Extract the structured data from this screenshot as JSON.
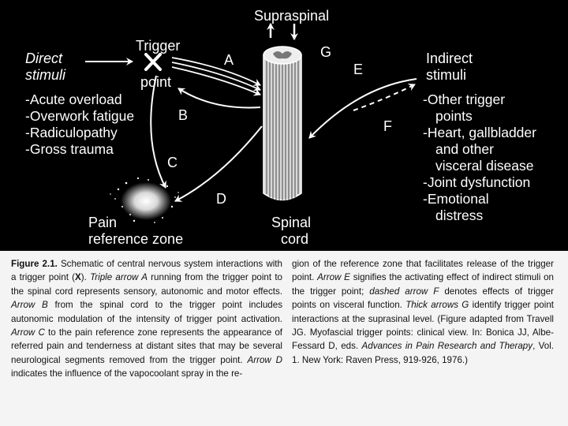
{
  "labels": {
    "supraspinal": "Supraspinal",
    "trigger": "Trigger",
    "point": "point",
    "direct_line1": "Direct",
    "direct_line2": "stimuli",
    "indirect_line1": "Indirect",
    "indirect_line2": "stimuli",
    "pain_zone_line1": "Pain",
    "pain_zone_line2": "reference zone",
    "spinal_line1": "Spinal",
    "spinal_line2": "cord",
    "trigger_marker": "X"
  },
  "arrows": {
    "a": "A",
    "b": "B",
    "c": "C",
    "d": "D",
    "e": "E",
    "f": "F",
    "g": "G"
  },
  "direct_list": [
    "-Acute overload",
    "-Overwork fatigue",
    "-Radiculopathy",
    "-Gross trauma"
  ],
  "indirect_list": [
    {
      "text": "-Other trigger",
      "indent": false
    },
    {
      "text": "points",
      "indent": true
    },
    {
      "text": "-Heart, gallbladder",
      "indent": false
    },
    {
      "text": "and other",
      "indent": true
    },
    {
      "text": "visceral disease",
      "indent": true
    },
    {
      "text": "-Joint dysfunction",
      "indent": false
    },
    {
      "text": "-Emotional",
      "indent": false
    },
    {
      "text": "distress",
      "indent": true
    }
  ],
  "caption": {
    "left": [
      {
        "t": "Figure 2.1.",
        "s": "b"
      },
      {
        "t": " Schematic of central nervous system interactions with a trigger point (",
        "s": ""
      },
      {
        "t": "X",
        "s": "b"
      },
      {
        "t": "). ",
        "s": ""
      },
      {
        "t": "Triple arrow A",
        "s": "i"
      },
      {
        "t": " running from the trigger point to the spinal cord represents sensory, autonomic and motor effects. ",
        "s": ""
      },
      {
        "t": "Arrow B",
        "s": "i"
      },
      {
        "t": " from the spinal cord to the trigger point includes autonomic modulation of the intensity of trigger point activation. ",
        "s": ""
      },
      {
        "t": "Arrow C",
        "s": "i"
      },
      {
        "t": " to the pain reference zone represents the appearance of referred pain and tenderness at distant sites that may be several neurological segments removed from the trigger point. ",
        "s": ""
      },
      {
        "t": "Arrow D",
        "s": "i"
      },
      {
        "t": " indicates the influence of the vapocoolant spray in the re-",
        "s": ""
      }
    ],
    "right": [
      {
        "t": "gion of the reference zone that facilitates release of the trigger point. ",
        "s": ""
      },
      {
        "t": "Arrow E",
        "s": "i"
      },
      {
        "t": " signifies the activating effect of indirect stimuli on the trigger point; ",
        "s": ""
      },
      {
        "t": "dashed arrow F",
        "s": "i"
      },
      {
        "t": " denotes effects of trigger points on visceral function. ",
        "s": ""
      },
      {
        "t": "Thick arrows G",
        "s": "i"
      },
      {
        "t": " identify trigger point interactions at the suprasinal level. (Figure adapted from Travell JG. Myofascial trigger points: clinical view. In: Bonica JJ, Albe-Fessard D, eds. ",
        "s": ""
      },
      {
        "t": "Advances in Pain Research and Therapy",
        "s": "i"
      },
      {
        "t": ", Vol. 1. New York: Raven Press, 919-926, 1976.)",
        "s": ""
      }
    ]
  }
}
